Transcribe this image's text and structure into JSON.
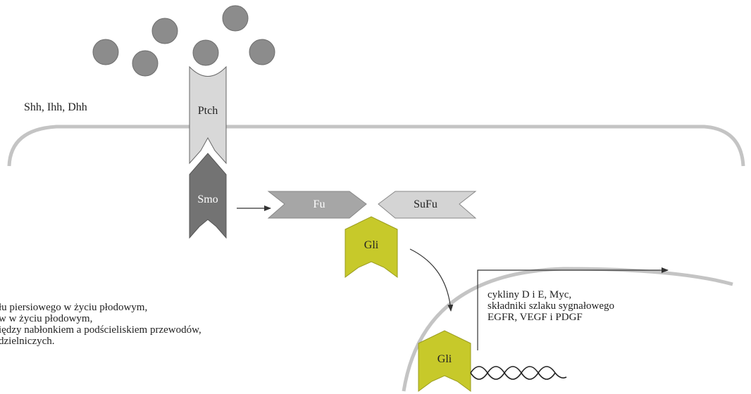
{
  "ligand_label": "Shh, Ihh, Dhh",
  "proteins": {
    "ptch": "Ptch",
    "smo": "Smo",
    "fu": "Fu",
    "sufu": "SuFu",
    "gli_cytoplasm": "Gli",
    "gli_nucleus": "Gli"
  },
  "target_genes": [
    "cykliny D i E, Myc,",
    "składniki szlaku sygnałowego",
    "EGFR, VEGF i PDGF"
  ],
  "functions": [
    "łu piersiowego w życiu płodowym,",
    "w w życiu płodowym,",
    "iędzy nabłonkiem a podścieliskiem przewodów,",
    "dzielniczych."
  ],
  "colors": {
    "ligand": "#8c8c8c",
    "membrane": "#c4c4c4",
    "ptch": "#d8d8d8",
    "smo": "#737373",
    "fu": "#a6a6a6",
    "sufu": "#d4d4d4",
    "gli": "#c7c92a",
    "arrow": "#333333",
    "dna": "#222222"
  }
}
